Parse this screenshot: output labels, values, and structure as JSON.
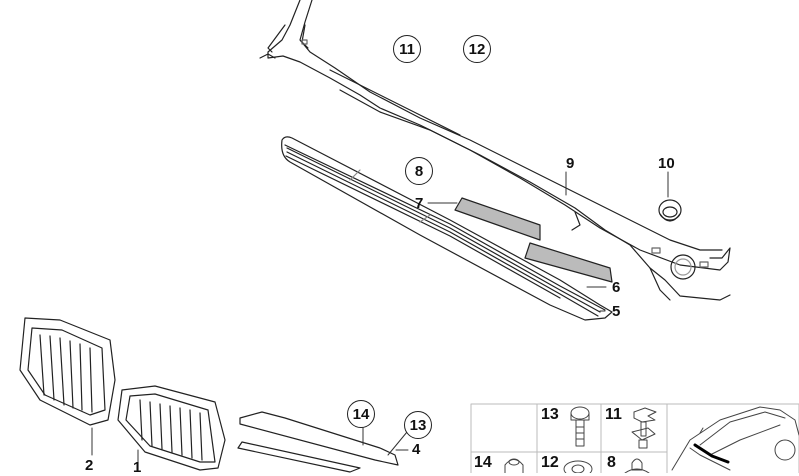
{
  "diagram": {
    "type": "exploded-parts-diagram",
    "subject": "cowl panel, air inlet grilles and kidney grilles",
    "callouts": [
      {
        "id": "1",
        "circled": false
      },
      {
        "id": "2",
        "circled": false
      },
      {
        "id": "4",
        "circled": false
      },
      {
        "id": "5",
        "circled": false
      },
      {
        "id": "6",
        "circled": false
      },
      {
        "id": "7",
        "circled": false
      },
      {
        "id": "9",
        "circled": false
      },
      {
        "id": "10",
        "circled": false
      },
      {
        "id": "8",
        "circled": true
      },
      {
        "id": "11",
        "circled": true
      },
      {
        "id": "12",
        "circled": true
      },
      {
        "id": "13",
        "circled": true
      },
      {
        "id": "14",
        "circled": true
      }
    ],
    "labels": {
      "l1": "1",
      "l2": "2",
      "l4": "4",
      "l5": "5",
      "l6": "6",
      "l7": "7",
      "l9": "9",
      "l10": "10",
      "c8": "8",
      "c11": "11",
      "c12": "12",
      "c13": "13",
      "c14": "14"
    },
    "hardware_table": {
      "rows": [
        [
          {
            "label": ""
          },
          {
            "label": "13",
            "icon": "screw-icon"
          },
          {
            "label": "11",
            "icon": "expanding-nut-icon"
          }
        ],
        [
          {
            "label": "14",
            "icon": "cap-icon"
          },
          {
            "label": "12",
            "icon": "washer-icon"
          },
          {
            "label": "8",
            "icon": "clip-icon"
          }
        ]
      ],
      "overview": "car-location-icon"
    }
  }
}
